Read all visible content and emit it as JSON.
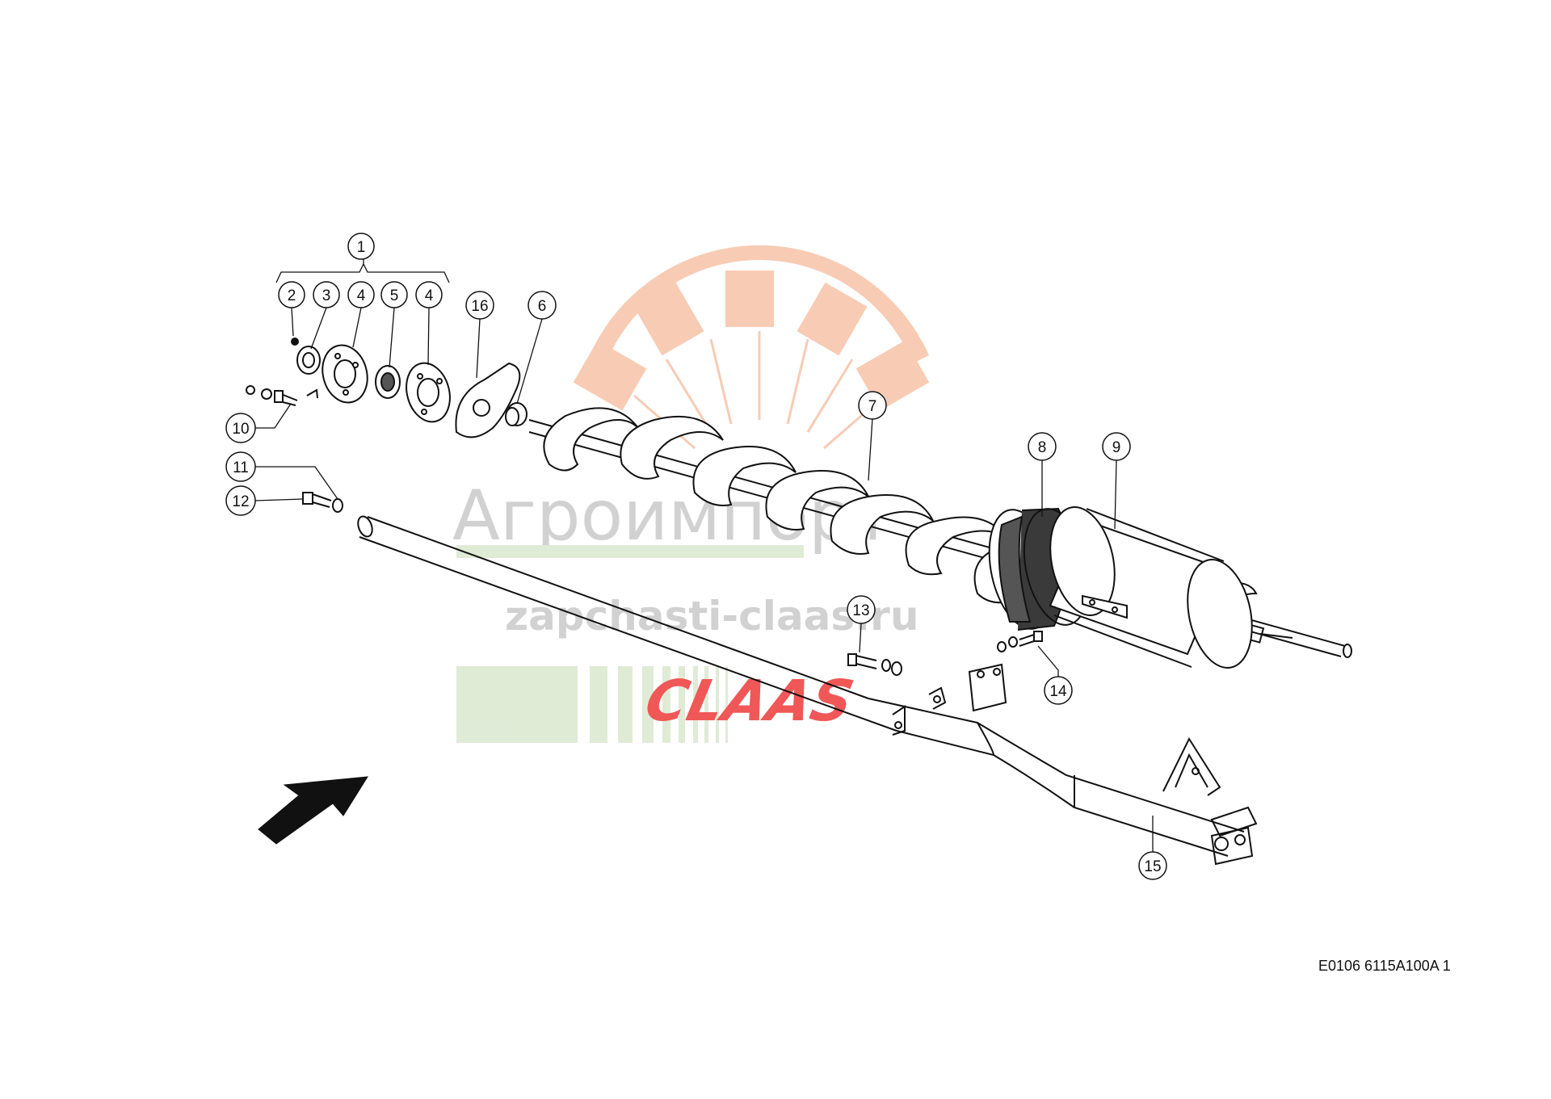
{
  "document_ref": "E0106 6115A100A 1",
  "callouts": {
    "c1": "1",
    "c2": "2",
    "c3": "3",
    "c4a": "4",
    "c5": "5",
    "c4b": "4",
    "c16": "16",
    "c6": "6",
    "c7": "7",
    "c8": "8",
    "c9": "9",
    "c10": "10",
    "c11": "11",
    "c12": "12",
    "c13": "13",
    "c14": "14",
    "c15": "15"
  },
  "watermark": {
    "company": "Агроимпорт",
    "site": "zapchasti-claas.ru",
    "brand": "CLAAS",
    "colors": {
      "gear": "#f7c2a8",
      "text": "#c9c9c9",
      "bars": "#dbe8d0",
      "brand": "#ee3a3a"
    }
  },
  "icons": {
    "direction_arrow": "arrow-up-right-icon"
  }
}
